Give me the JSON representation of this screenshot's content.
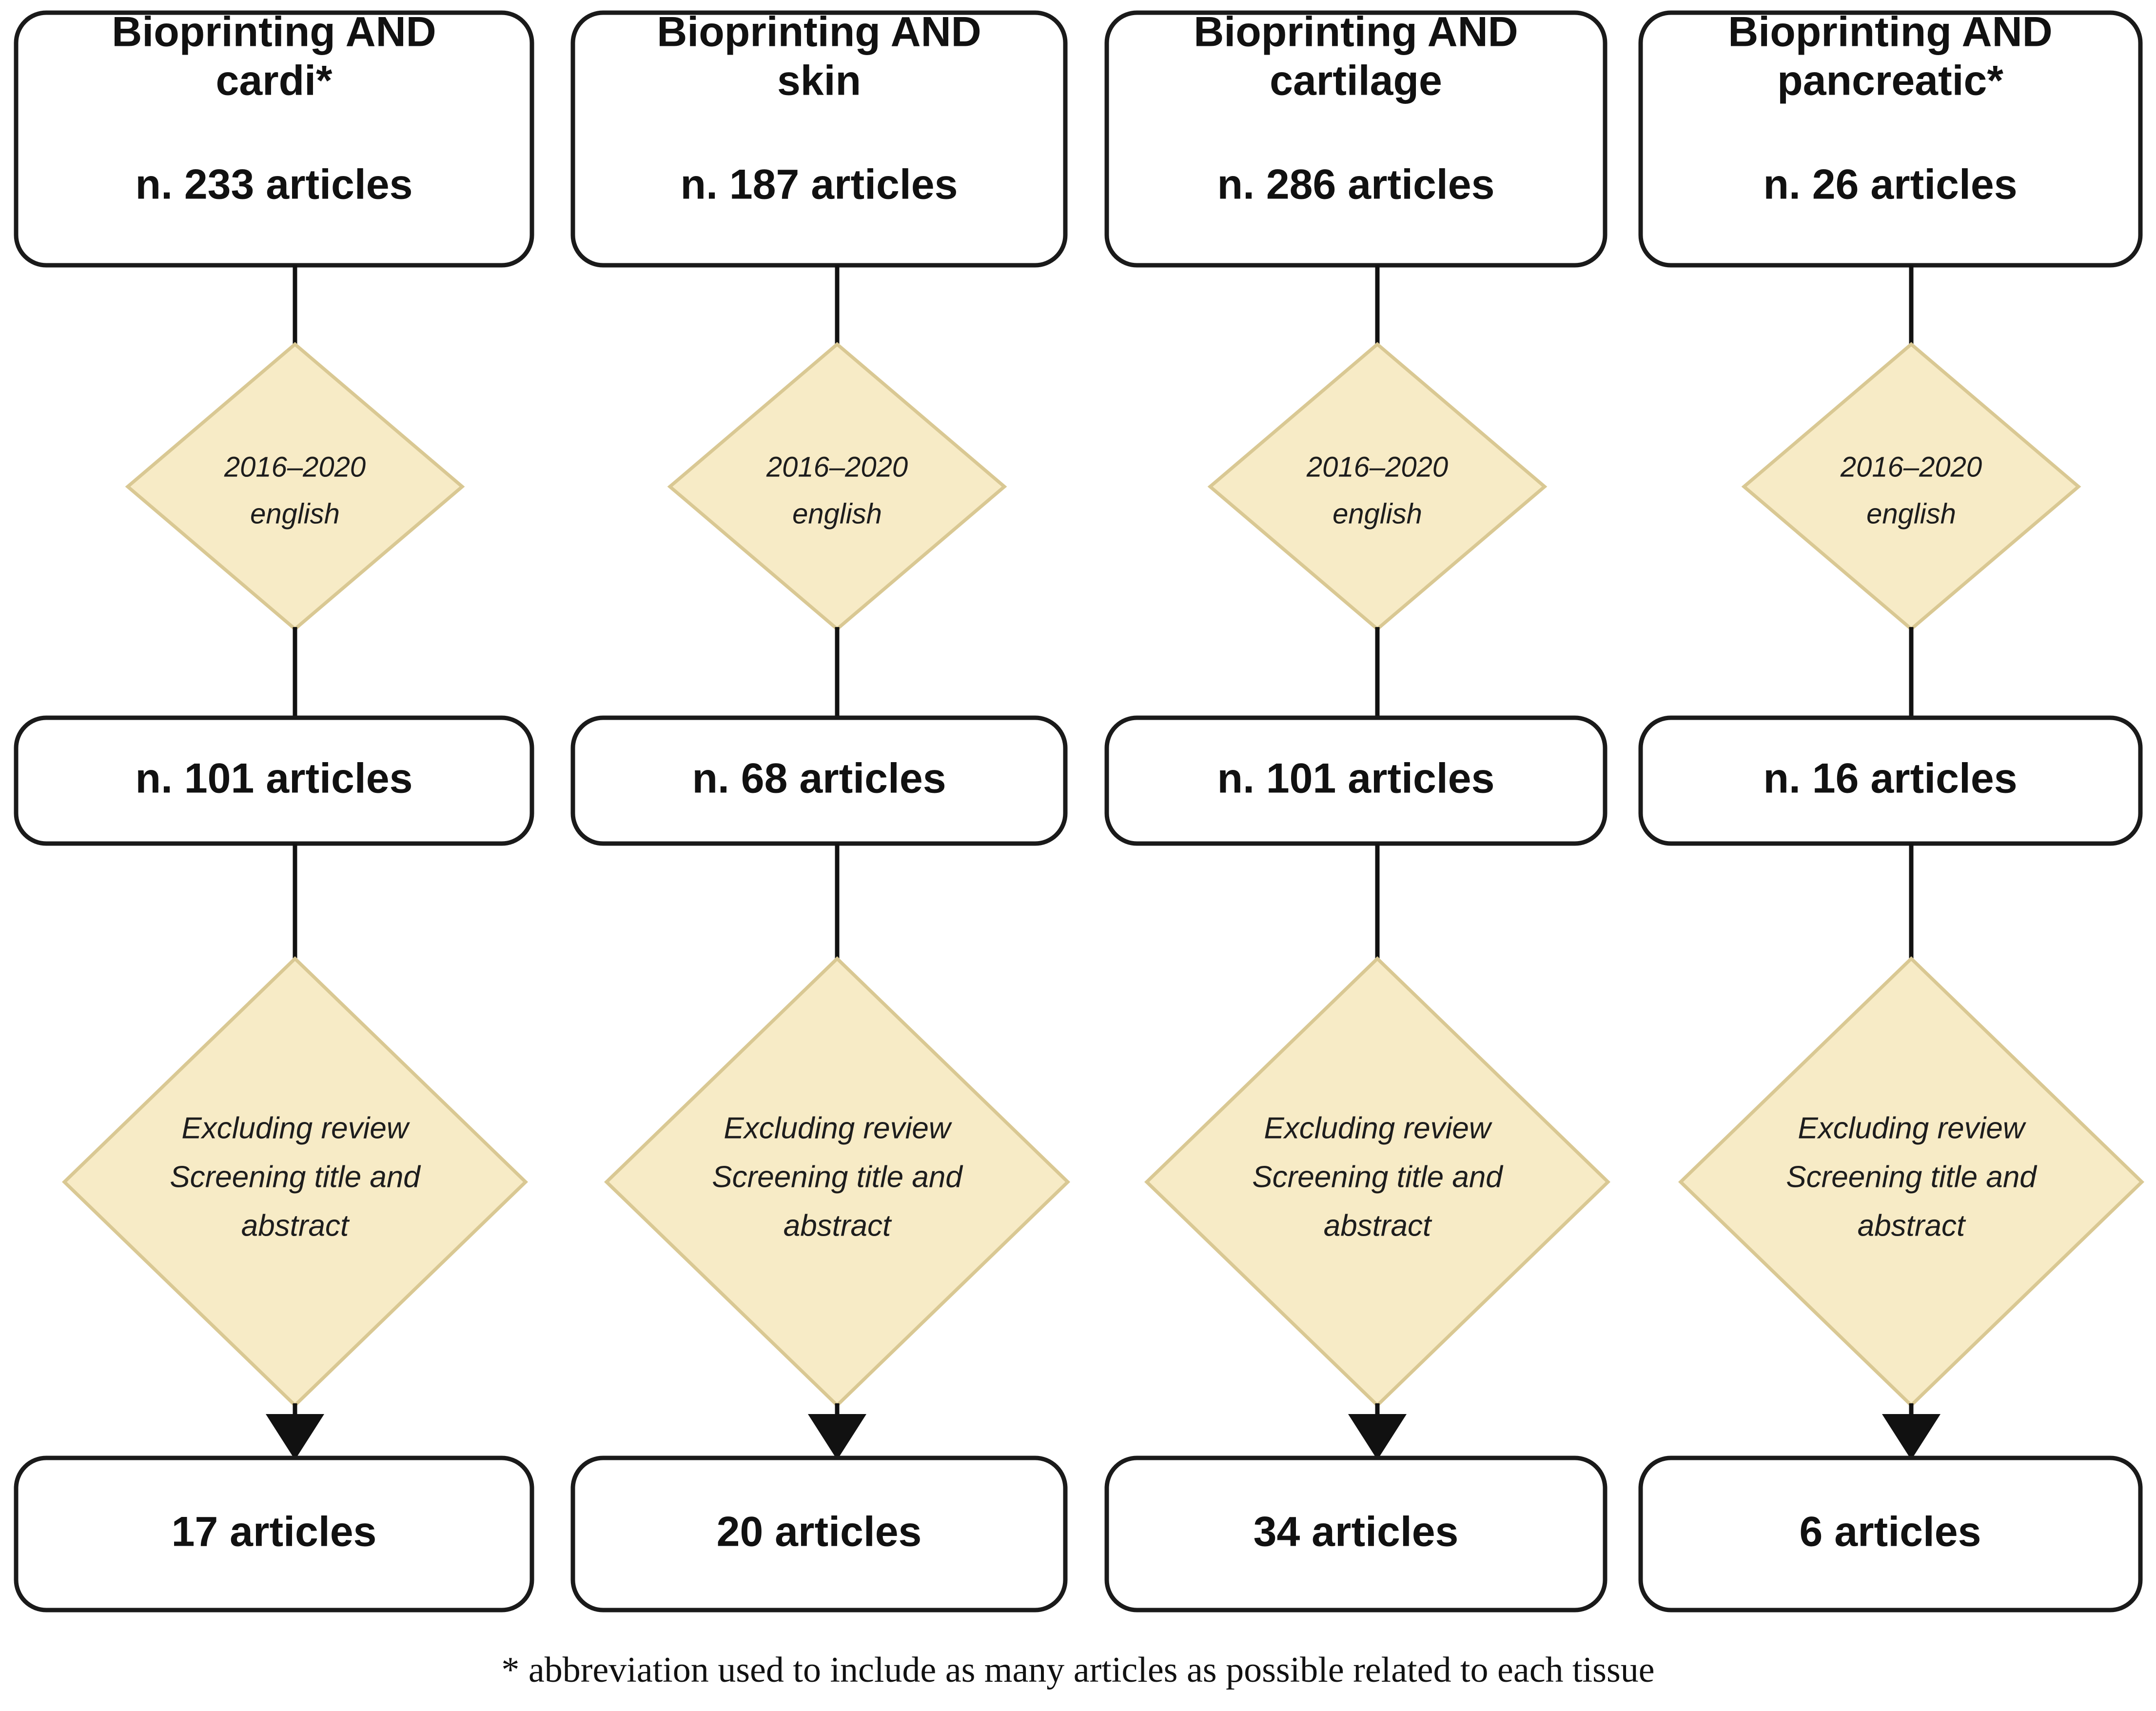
{
  "diagram": {
    "title": "PRISMA-style article selection flowchart",
    "colors": {
      "box_fill": "#ffffff",
      "box_border": "#1a1a1a",
      "diamond_fill": "#f7ebc6",
      "diamond_border": "#d9c893",
      "connector": "#111111",
      "text": "#111111"
    },
    "footnote": "* abbreviation used to include as many articles as possible related to each tissue",
    "columns": [
      {
        "id": "cardi",
        "query_line1": "Bioprinting AND",
        "query_line2": "cardi*",
        "initial_count": "n. 233 articles",
        "filter1_line1": "2016–2020",
        "filter1_line2": "english",
        "after_filter1_count": "n. 101 articles",
        "filter2_line1": "Excluding review",
        "filter2_line2": "Screening title and",
        "filter2_line3": "abstract",
        "final_count": "17 articles"
      },
      {
        "id": "skin",
        "query_line1": "Bioprinting AND",
        "query_line2": "skin",
        "initial_count": "n. 187 articles",
        "filter1_line1": "2016–2020",
        "filter1_line2": "english",
        "after_filter1_count": "n. 68 articles",
        "filter2_line1": "Excluding review",
        "filter2_line2": "Screening title and",
        "filter2_line3": "abstract",
        "final_count": "20 articles"
      },
      {
        "id": "cartilage",
        "query_line1": "Bioprinting AND",
        "query_line2": "cartilage",
        "initial_count": "n. 286 articles",
        "filter1_line1": "2016–2020",
        "filter1_line2": "english",
        "after_filter1_count": "n. 101 articles",
        "filter2_line1": "Excluding review",
        "filter2_line2": "Screening title and",
        "filter2_line3": "abstract",
        "final_count": "34 articles"
      },
      {
        "id": "pancreatic",
        "query_line1": "Bioprinting AND",
        "query_line2": "pancreatic*",
        "initial_count": "n. 26 articles",
        "filter1_line1": "2016–2020",
        "filter1_line2": "english",
        "after_filter1_count": "n. 16 articles",
        "filter2_line1": "Excluding review",
        "filter2_line2": "Screening title and",
        "filter2_line3": "abstract",
        "final_count": "6 articles"
      }
    ]
  }
}
